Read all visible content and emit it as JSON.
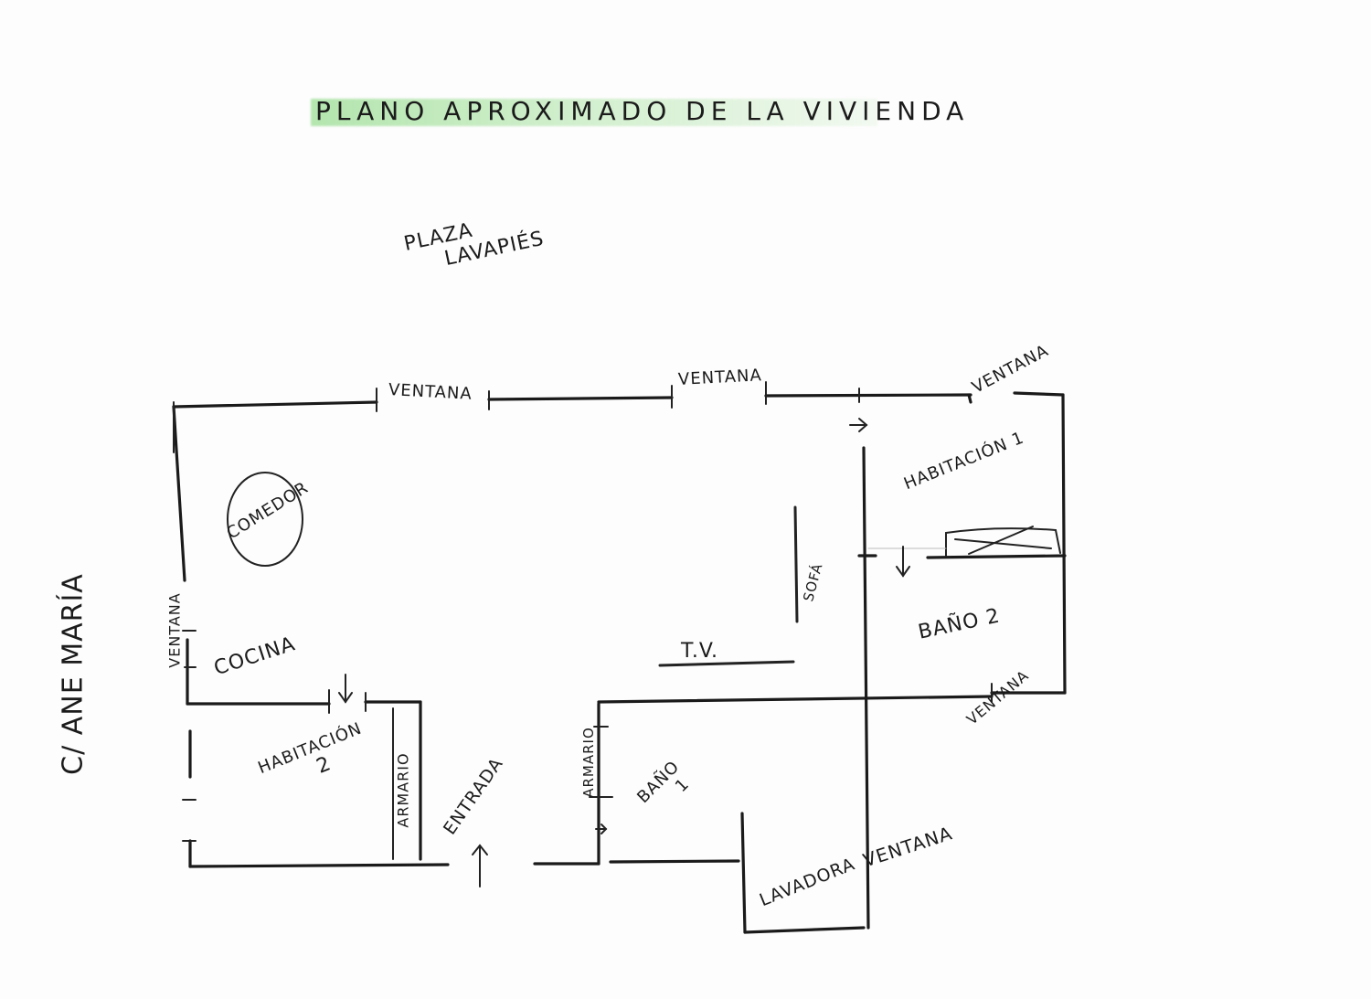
{
  "title": "PLANO APROXIMADO DE LA VIVIENDA",
  "highlight_color": "#8fd68a",
  "ink_color": "#1a1a1a",
  "labels": {
    "plaza_line1": "PLAZA",
    "plaza_line2": "LAVAPIÉS",
    "street": "C/ ANE MARÍA",
    "ventana_top_1": "VENTANA",
    "ventana_top_2": "VENTANA",
    "ventana_top_3": "VENTANA",
    "ventana_left": "VENTANA",
    "ventana_bano2": "VENTANA",
    "ventana_lavadora": "VENTANA",
    "comedor": "COMEDOR",
    "cocina": "COCINA",
    "habitacion1": "HABITACIÓN 1",
    "habitacion2_line1": "HABITACIÓN",
    "habitacion2_line2": "2",
    "armario_1": "ARMARIO",
    "armario_2": "ARMARIO",
    "entrada": "ENTRADA",
    "bano1_line1": "BAÑO",
    "bano1_line2": "1",
    "bano2": "BAÑO 2",
    "sofa": "SOFÁ",
    "tv": "T.V.",
    "lavadora": "LAVADORA"
  },
  "walls": [
    [
      190,
      445,
      412,
      440
    ],
    [
      535,
      437,
      735,
      435
    ],
    [
      838,
      433,
      1062,
      432
    ],
    [
      1110,
      430,
      1163,
      432
    ],
    [
      1163,
      432,
      1165,
      758
    ],
    [
      1165,
      758,
      1085,
      758
    ],
    [
      190,
      445,
      202,
      635
    ],
    [
      205,
      700,
      205,
      770
    ],
    [
      205,
      770,
      360,
      770
    ],
    [
      400,
      768,
      460,
      768
    ],
    [
      460,
      768,
      460,
      940
    ],
    [
      208,
      800,
      208,
      850
    ],
    [
      208,
      920,
      208,
      948
    ],
    [
      208,
      948,
      490,
      946
    ],
    [
      585,
      945,
      655,
      945
    ],
    [
      655,
      945,
      655,
      770
    ],
    [
      655,
      768,
      1085,
      762
    ],
    [
      668,
      943,
      808,
      942
    ],
    [
      812,
      890,
      815,
      1020
    ],
    [
      815,
      1020,
      945,
      1015
    ],
    [
      945,
      490,
      950,
      1015
    ],
    [
      940,
      608,
      958,
      608
    ],
    [
      1015,
      610,
      1165,
      608
    ],
    [
      1060,
      432,
      1062,
      440
    ]
  ]
}
